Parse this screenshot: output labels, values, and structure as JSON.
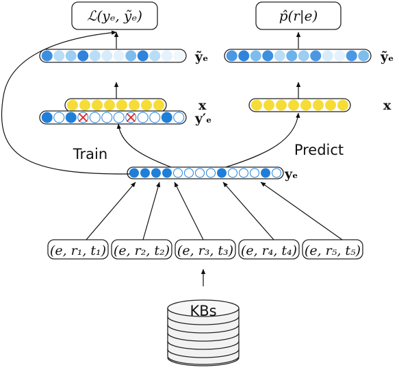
{
  "title_box": "ℒ(yₑ, ỹₑ)",
  "predict_box": "p̂(r|e)",
  "rows": {
    "ytilde_train": {
      "label": "ỹₑ",
      "cells": [
        "#3d8fe0",
        "#b9ddf6",
        "#9ccdf2",
        "#2f83dc",
        "#b9ddf6",
        "#d6ecfa",
        "#e3f2fc",
        "#7dbdee",
        "#2f83dc",
        "#b9ddf6",
        "#e3f2fc",
        "#f0f8fd"
      ]
    },
    "x_train": {
      "label": "x",
      "cells": [
        "#f5dc37",
        "#f5dc37",
        "#f5dc37",
        "#f5dc37",
        "#f5dc37",
        "#f5dc37",
        "#f5dc37",
        "#f5dc37"
      ]
    },
    "yprime": {
      "label": "y′ₑ",
      "cells": [
        "#1f7fd8",
        "#ffffff",
        "#1f7fd8",
        "x",
        "#ffffff",
        "#ffffff",
        "#ffffff",
        "x",
        "#ffffff",
        "#ffffff",
        "#1f7fd8",
        "#ffffff"
      ]
    },
    "ytilde_predict": {
      "label": "ỹₑ",
      "cells": [
        "#4a98e4",
        "#2f83dc",
        "#7dbdee",
        "#3d8fe0",
        "#b9ddf6",
        "#6cb3ec",
        "#9ccdf2",
        "#4a98e4",
        "#d6ecfa",
        "#e3f2fc",
        "#4a98e4",
        "#7dbdee"
      ]
    },
    "x_predict": {
      "label": "x",
      "cells": [
        "#f5dc37",
        "#f5dc37",
        "#f5dc37",
        "#f5dc37",
        "#f5dc37",
        "#f5dc37",
        "#f5dc37",
        "#f5dc37"
      ]
    },
    "ye": {
      "label": "yₑ",
      "cells": [
        "#1f7fd8",
        "#1f7fd8",
        "#1f7fd8",
        "#1f7fd8",
        "#ffffff",
        "#ffffff",
        "#ffffff",
        "#ffffff",
        "#1f7fd8",
        "#ffffff",
        "#ffffff",
        "#ffffff",
        "#1f7fd8",
        "#ffffff"
      ]
    }
  },
  "train_label": "Train",
  "predict_label": "Predict",
  "triples": [
    "(e, r₁, t₁)",
    "(e, r₂, t₂)",
    "(e, r₃, t₃)",
    "(e, r₄, t₄)",
    "(e, r₅, t₅)"
  ],
  "kbs_label": "KBs",
  "colors": {
    "blue_dark": "#1f7fd8",
    "yellow": "#f5dc37",
    "cross": "#e02020",
    "db_fill": "#f2f2f2"
  }
}
